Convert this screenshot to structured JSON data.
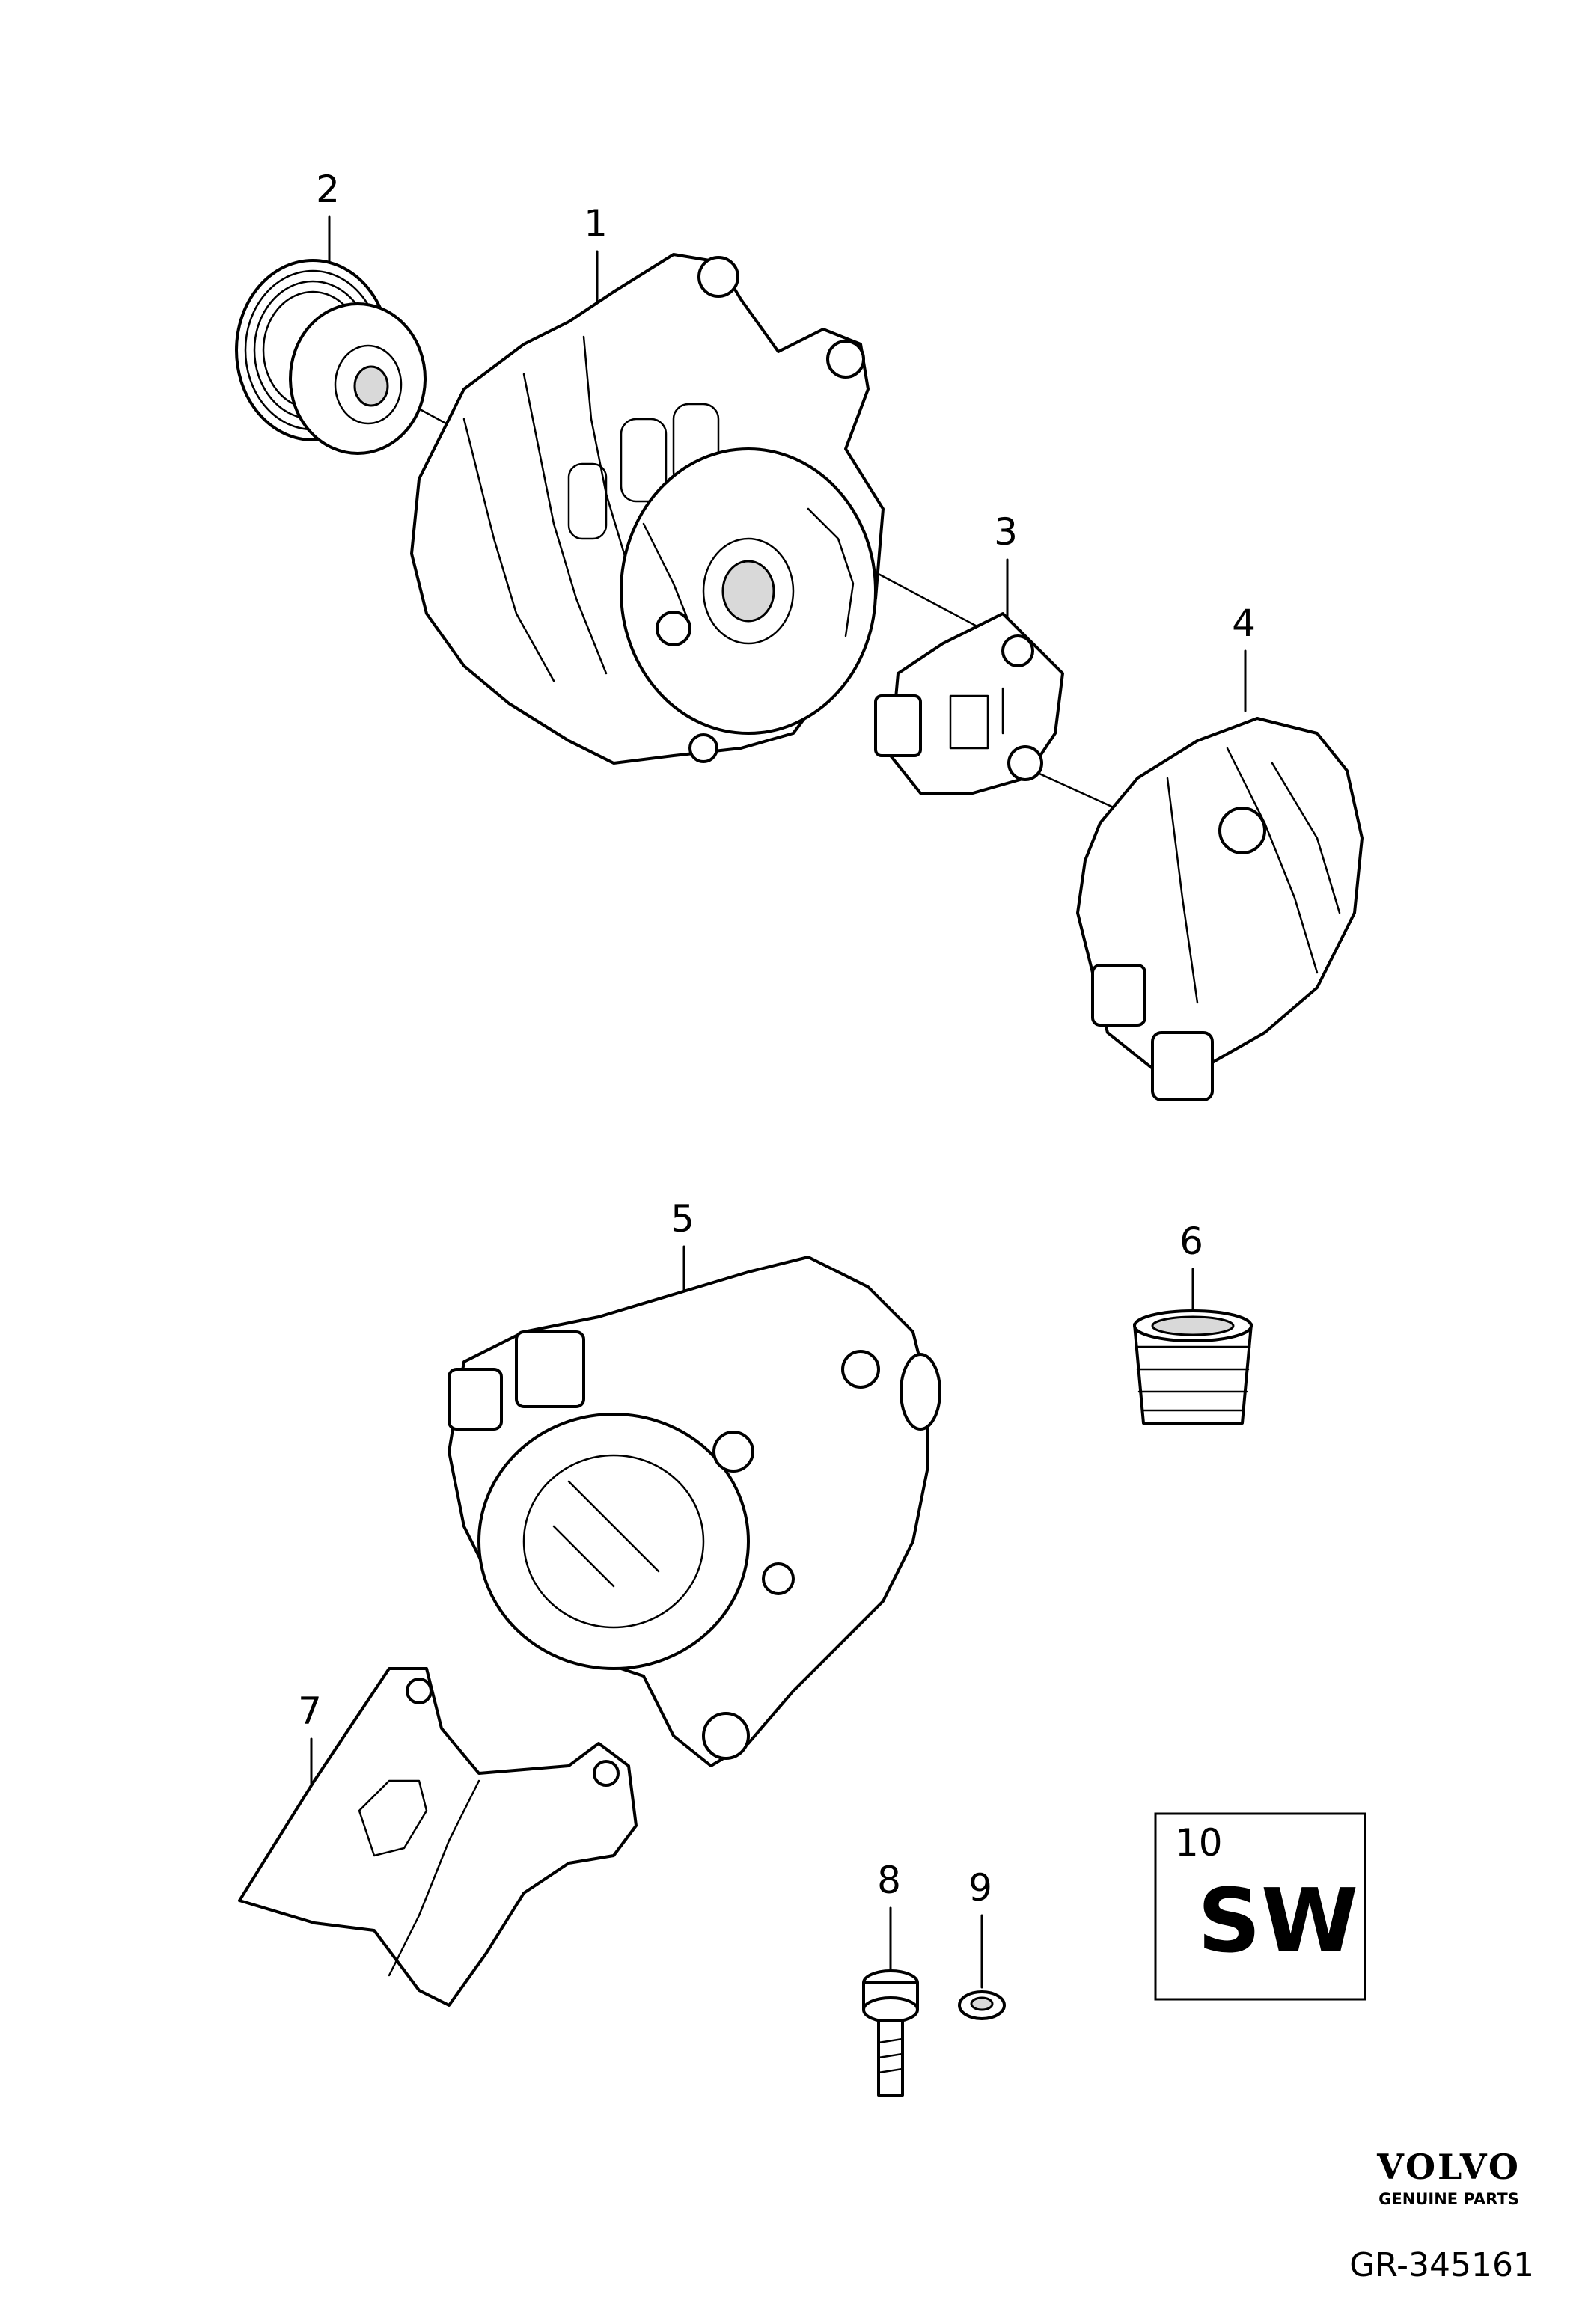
{
  "callouts": [
    {
      "id": "1",
      "label": "1"
    },
    {
      "id": "2",
      "label": "2"
    },
    {
      "id": "3",
      "label": "3"
    },
    {
      "id": "4",
      "label": "4"
    },
    {
      "id": "5",
      "label": "5"
    },
    {
      "id": "6",
      "label": "6"
    },
    {
      "id": "7",
      "label": "7"
    },
    {
      "id": "8",
      "label": "8"
    },
    {
      "id": "9",
      "label": "9"
    },
    {
      "id": "10",
      "label": "10"
    }
  ],
  "sw_box": {
    "number": "10",
    "text": "SW"
  },
  "brand": {
    "name": "VOLVO",
    "tagline": "GENUINE PARTS"
  },
  "reference": "GR-345161"
}
